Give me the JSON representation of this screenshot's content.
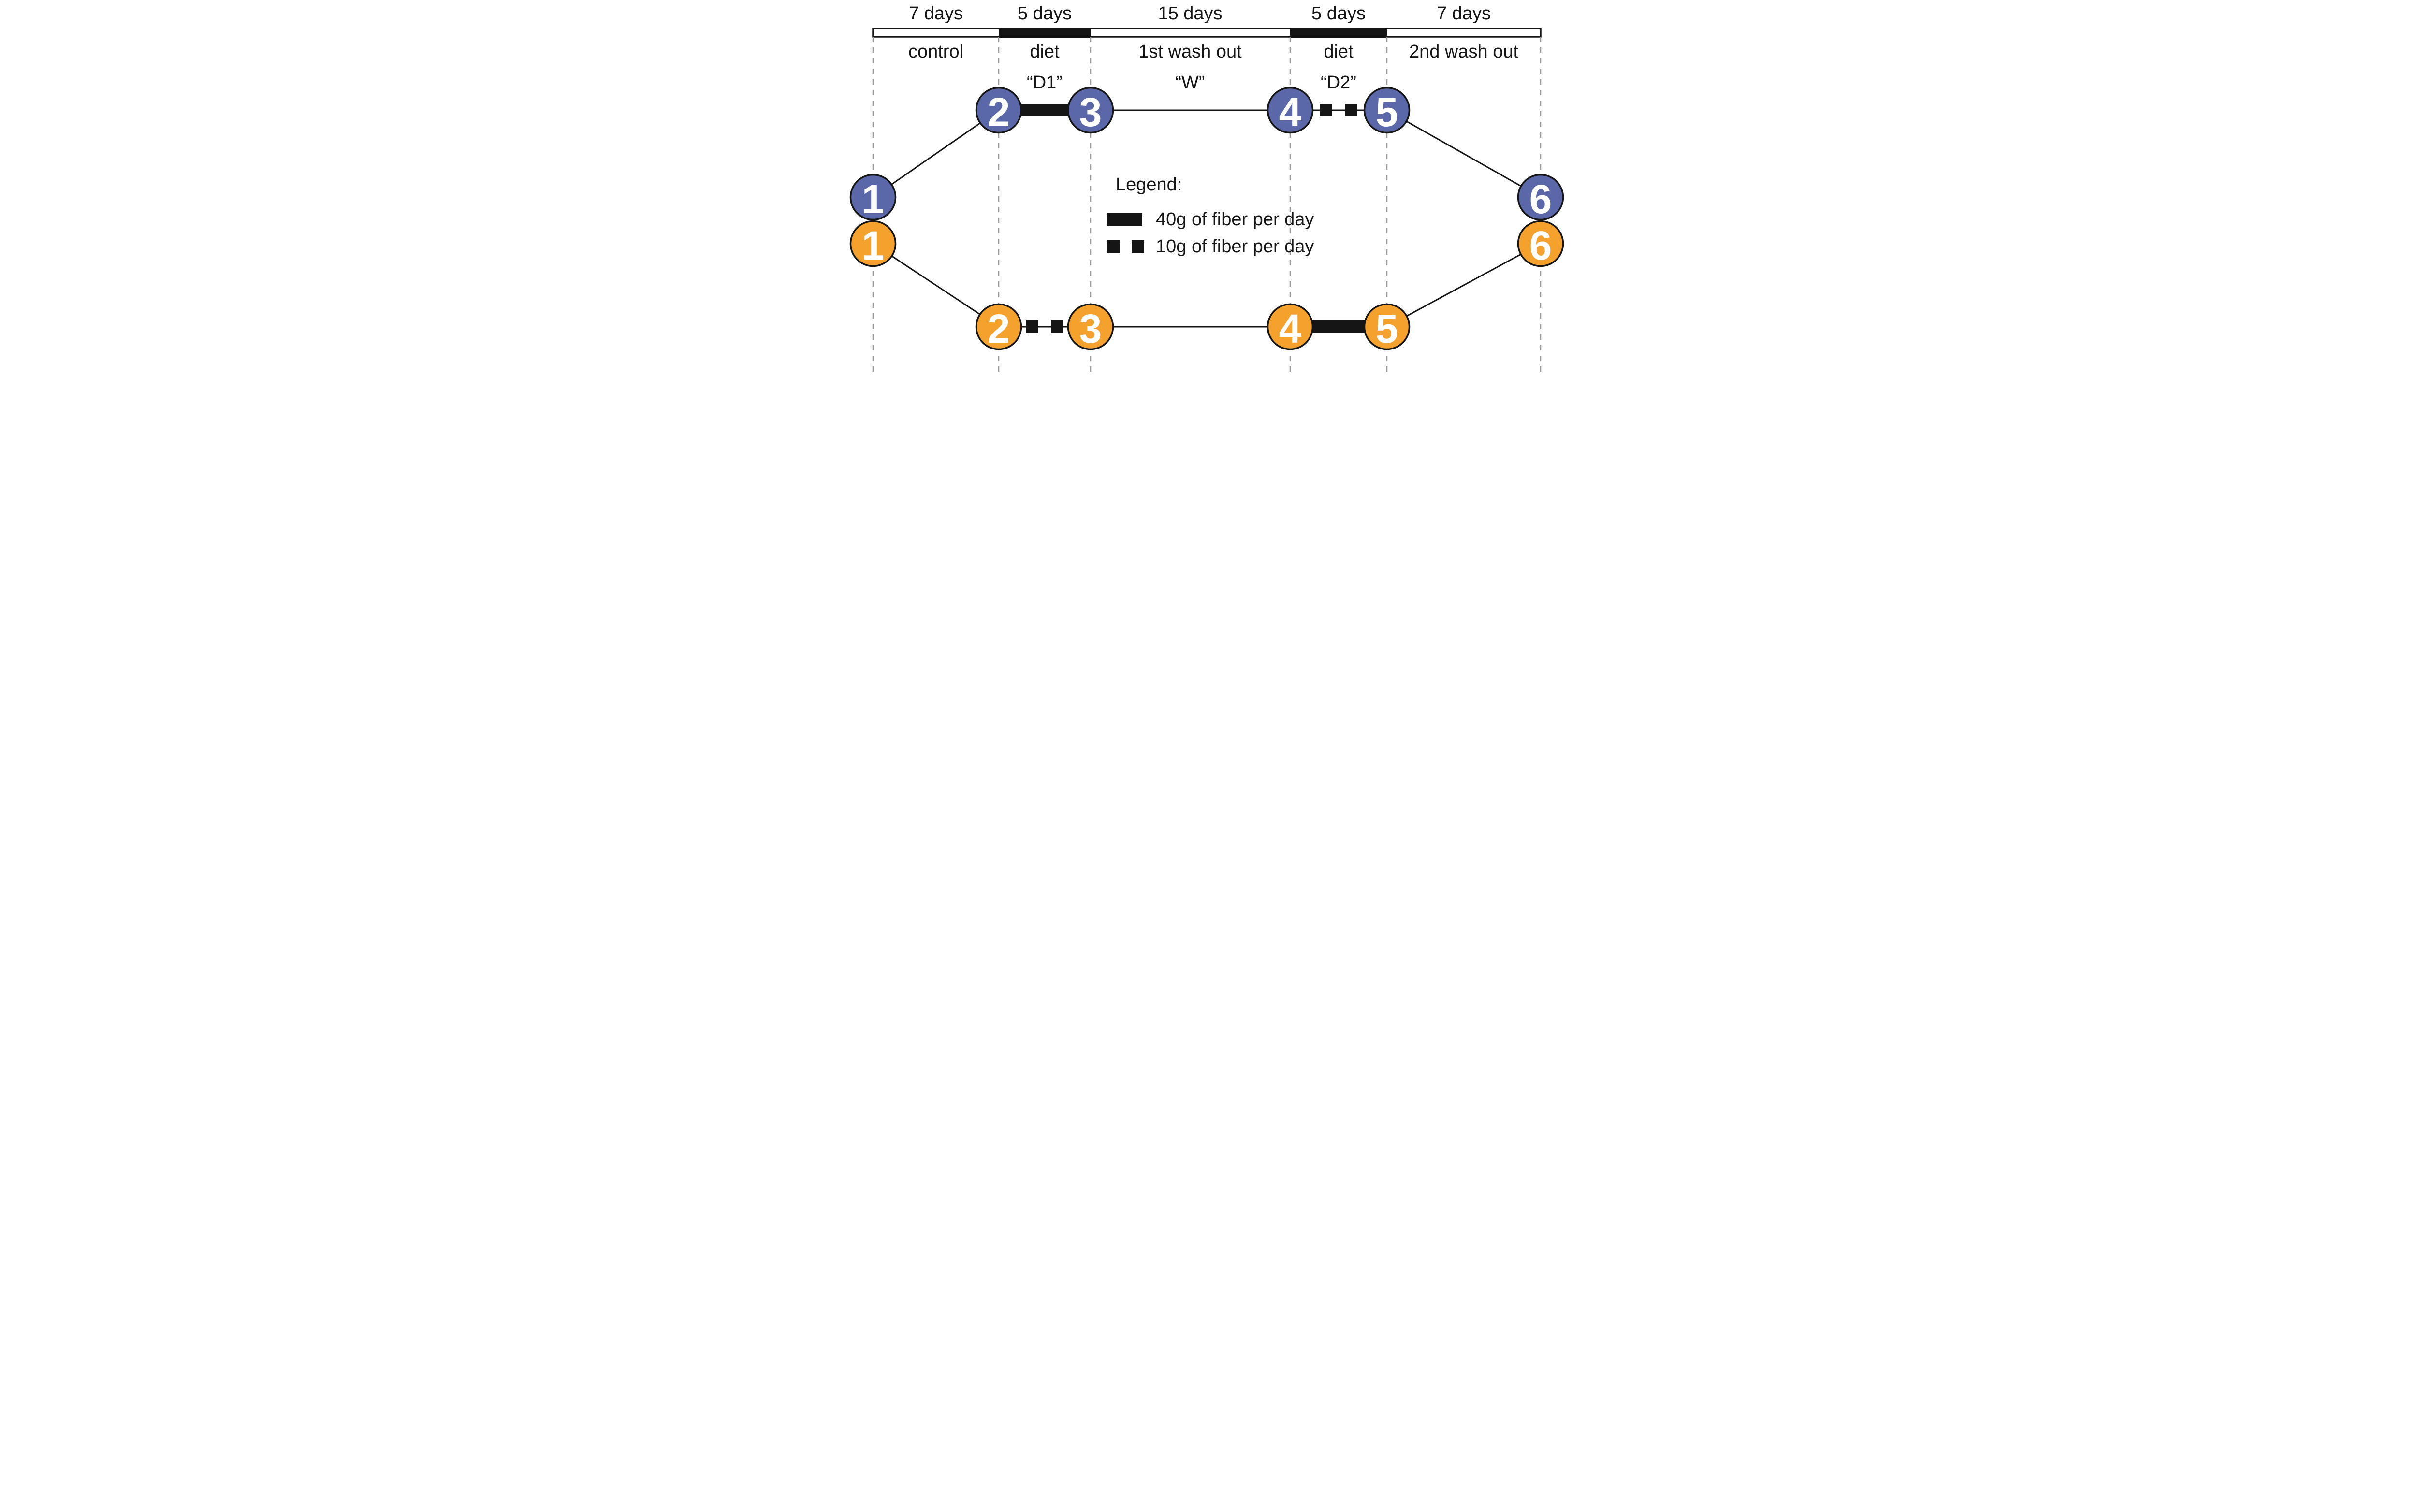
{
  "diagram": {
    "timeline": {
      "segments": [
        {
          "duration": "7 days",
          "phase": "control",
          "code": ""
        },
        {
          "duration": "5 days",
          "phase": "diet",
          "code": "“D1”"
        },
        {
          "duration": "15 days",
          "phase": "1st wash out",
          "code": "“W”"
        },
        {
          "duration": "5 days",
          "phase": "diet",
          "code": "“D2”"
        },
        {
          "duration": "7 days",
          "phase": "2nd wash out",
          "code": ""
        }
      ]
    },
    "arms": {
      "blue": {
        "color": "#5a67a8",
        "nodes": [
          "1",
          "2",
          "3",
          "4",
          "5",
          "6"
        ]
      },
      "orange": {
        "color": "#f5a12d",
        "nodes": [
          "1",
          "2",
          "3",
          "4",
          "5",
          "6"
        ]
      }
    },
    "legend": {
      "title": "Legend:",
      "items": [
        {
          "swatch": "thick-bar",
          "label": "40g of fiber per day"
        },
        {
          "swatch": "two-squares",
          "label": "10g of fiber per day"
        }
      ]
    },
    "colors": {
      "blue": "#5a67a8",
      "orange": "#f5a12d",
      "line": "#151515",
      "dashed": "#9a9a9a"
    }
  }
}
